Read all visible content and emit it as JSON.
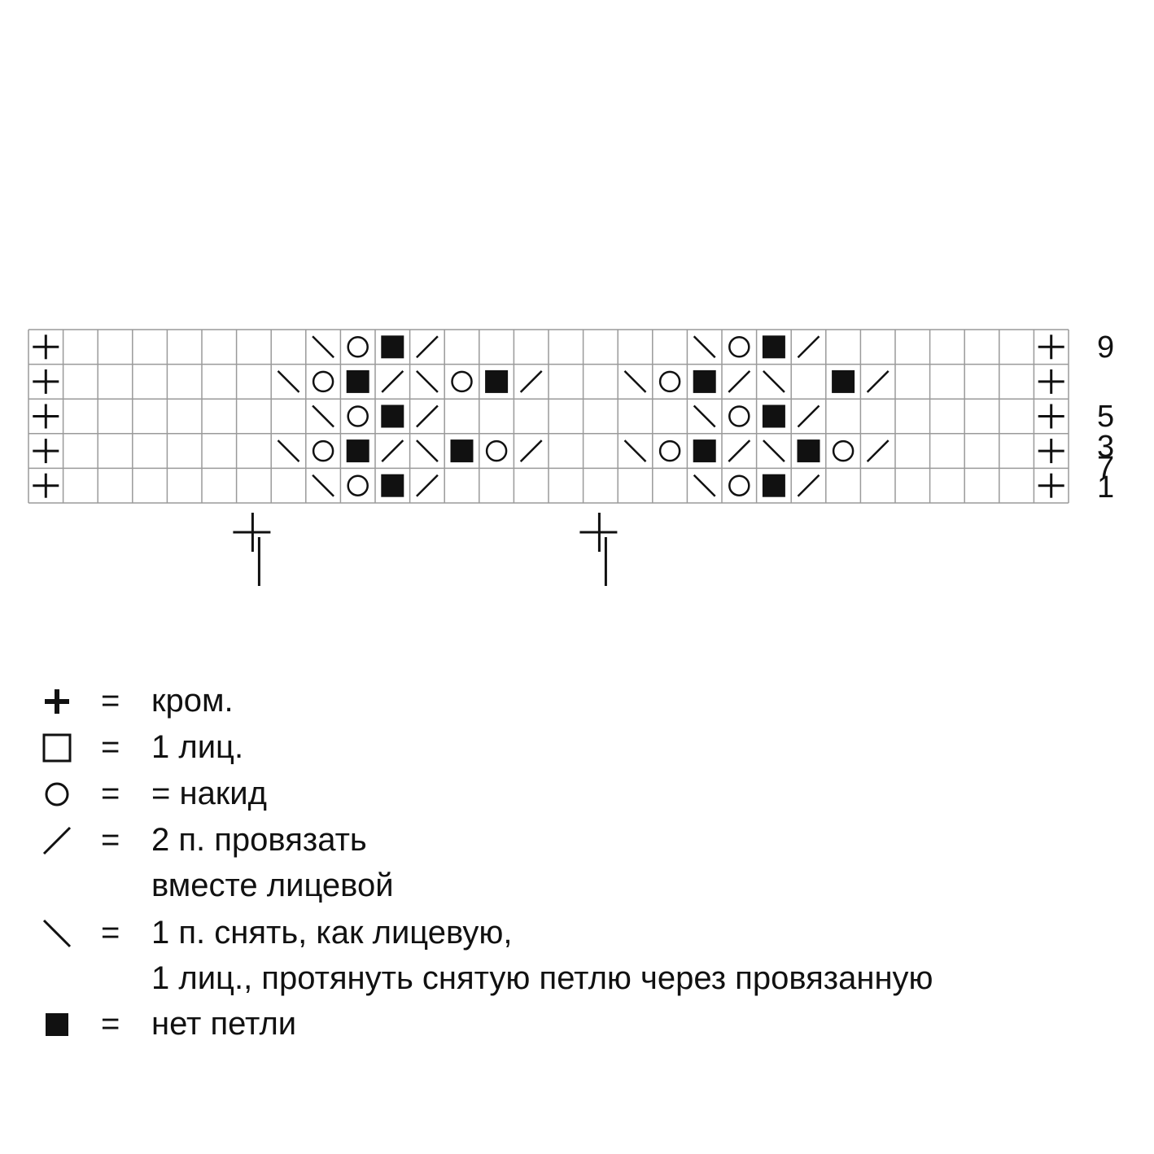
{
  "diagram": {
    "columns": 30,
    "rows": [
      {
        "row_number": "9",
        "cells": [
          "+",
          "",
          "",
          "",
          "",
          "",
          "",
          "",
          "\\",
          "o",
          "x",
          "/",
          "",
          "",
          "",
          "",
          "",
          "",
          "",
          "\\",
          "o",
          "x",
          "/",
          "",
          "",
          "",
          "",
          "",
          "",
          "+"
        ]
      },
      {
        "row_number": "",
        "cells": [
          "+",
          "",
          "",
          "",
          "",
          "",
          "",
          "\\",
          "o",
          "x",
          "/",
          "\\",
          "o",
          "x",
          "/",
          "",
          "",
          "\\",
          "o",
          "x",
          "/",
          "\\",
          "",
          "x",
          "/",
          "",
          "",
          "",
          "",
          "+"
        ]
      },
      {
        "row_number": "5",
        "cells": [
          "+",
          "",
          "",
          "",
          "",
          "",
          "",
          "",
          "\\",
          "o",
          "x",
          "/",
          "",
          "",
          "",
          "",
          "",
          "",
          "",
          "\\",
          "o",
          "x",
          "/",
          "",
          "",
          "",
          "",
          "",
          "",
          "+"
        ]
      },
      {
        "row_number": "3",
        "cells": [
          "+",
          "",
          "",
          "",
          "",
          "",
          "",
          "\\",
          "o",
          "x",
          "/",
          "\\",
          "x",
          "o",
          "/",
          "",
          "",
          "\\",
          "o",
          "x",
          "/",
          "\\",
          "x",
          "o",
          "/",
          "",
          "",
          "",
          "",
          "+"
        ]
      },
      {
        "row_number": "1",
        "cells": [
          "+",
          "",
          "",
          "",
          "",
          "",
          "",
          "",
          "\\",
          "o",
          "x",
          "/",
          "",
          "",
          "",
          "",
          "",
          "",
          "",
          "\\",
          "o",
          "x",
          "/",
          "",
          "",
          "",
          "",
          "",
          "",
          "+"
        ]
      }
    ],
    "overlapping_row_label": "7",
    "repeat_markers": [
      {
        "after_column": 6
      },
      {
        "after_column": 16
      }
    ]
  },
  "legend": [
    {
      "symbol": "edge-stitch-plus",
      "equals": "=",
      "text": "кром.",
      "text2": ""
    },
    {
      "symbol": "knit-square",
      "equals": "=",
      "text": "1 лиц.",
      "text2": ""
    },
    {
      "symbol": "yarn-over-circle",
      "equals": "=",
      "text": "= накид",
      "text2": ""
    },
    {
      "symbol": "k2tog-slash",
      "equals": "=",
      "text": "2 п. провязать",
      "text2": "вместе лицевой"
    },
    {
      "symbol": "skp-backslash",
      "equals": "=",
      "text": "1 п. снять, как лицевую,",
      "text2": "1 лиц., протянуть снятую петлю через провязанную"
    },
    {
      "symbol": "no-stitch-filled-square",
      "equals": "=",
      "text": "нет петли",
      "text2": ""
    }
  ]
}
